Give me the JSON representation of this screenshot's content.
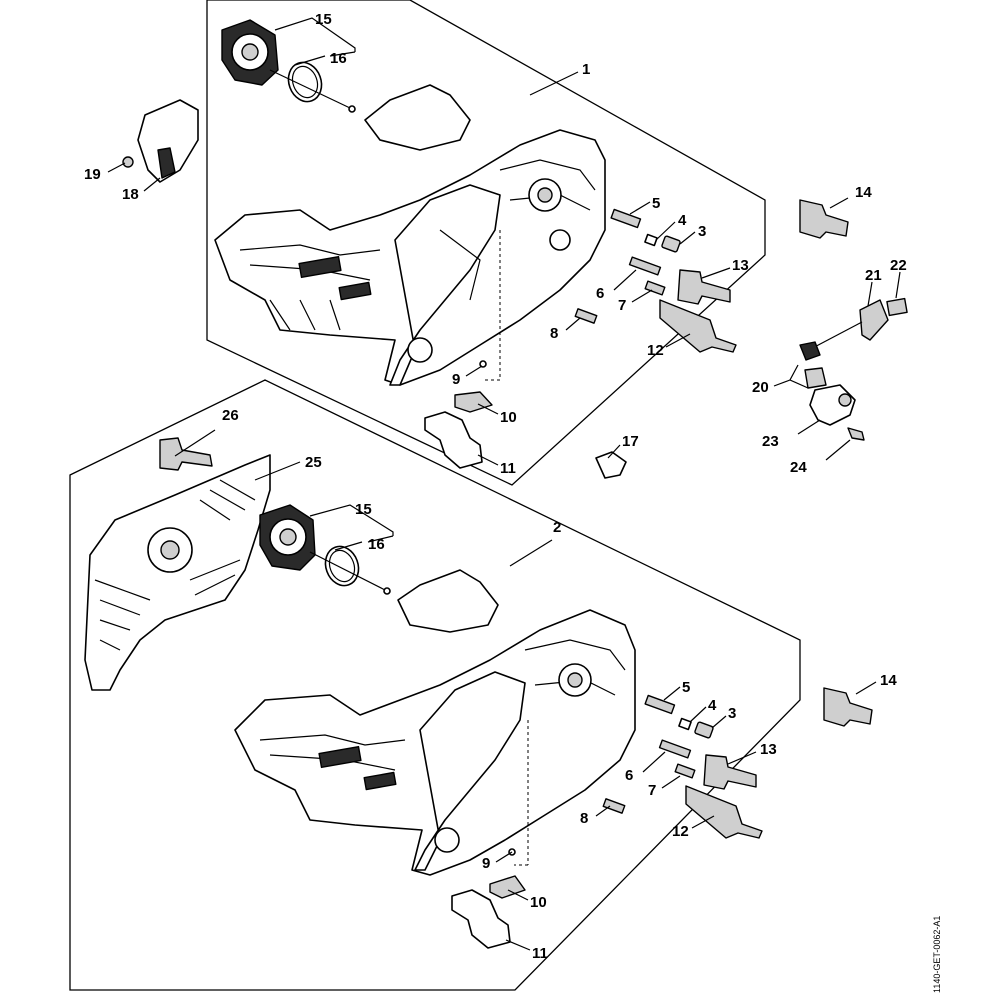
{
  "doc_id": "1140-GET-0062-A1",
  "callouts": {
    "c15a": "15",
    "c16a": "16",
    "c1": "1",
    "c5a": "5",
    "c4a": "4",
    "c3a": "3",
    "c13a": "13",
    "c6a": "6",
    "c7a": "7",
    "c8a": "8",
    "c12a": "12",
    "c9a": "9",
    "c10a": "10",
    "c11a": "11",
    "c19": "19",
    "c18": "18",
    "c14a": "14",
    "c21": "21",
    "c22": "22",
    "c20": "20",
    "c23": "23",
    "c24": "24",
    "c17": "17",
    "c26": "26",
    "c25": "25",
    "c15b": "15",
    "c16b": "16",
    "c2": "2",
    "c5b": "5",
    "c4b": "4",
    "c3b": "3",
    "c13b": "13",
    "c6b": "6",
    "c7b": "7",
    "c8b": "8",
    "c12b": "12",
    "c9b": "9",
    "c10b": "10",
    "c11b": "11",
    "c14b": "14"
  }
}
